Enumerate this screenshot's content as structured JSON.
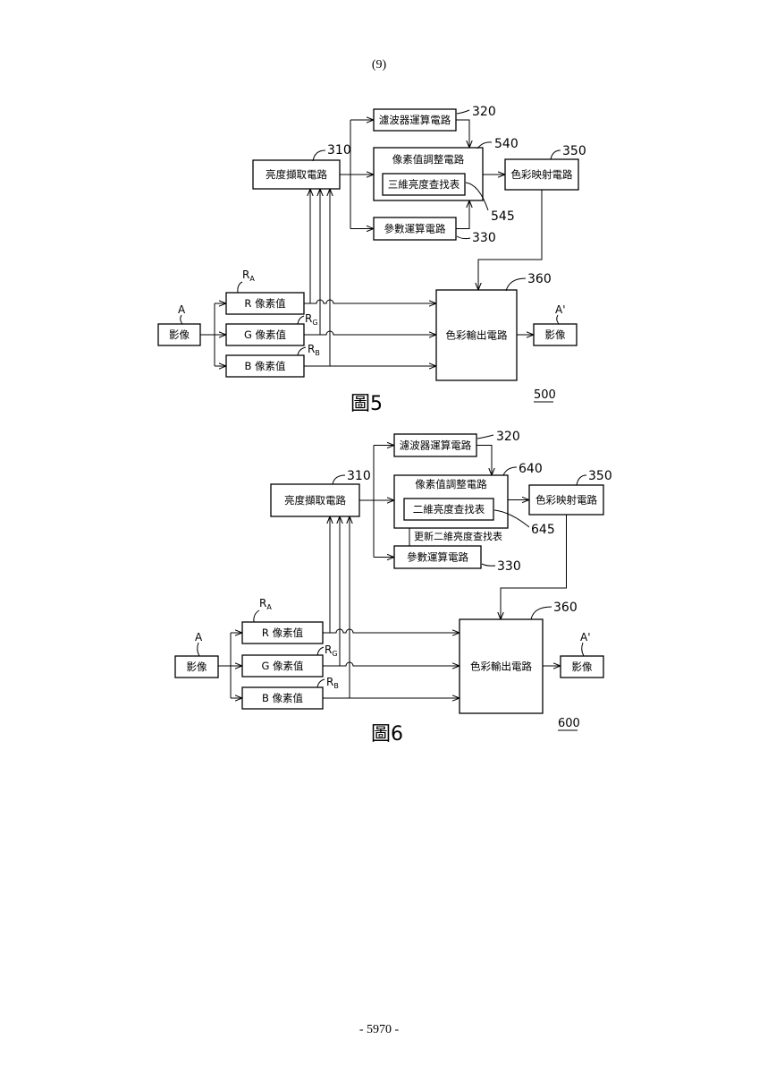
{
  "page": {
    "header": "(9)",
    "footer": "- 5970 -"
  },
  "figures": [
    {
      "title": "圖5",
      "number": "500",
      "nodes": {
        "filter": "濾波器運算電路",
        "adjust": "像素值調整電路",
        "lut": "三維亮度查找表",
        "luminance": "亮度擷取電路",
        "color_map": "色彩映射電路",
        "param": "參數運算電路",
        "r": "R 像素值",
        "g": "G 像素值",
        "b": "B 像素值",
        "input": "影像",
        "output_circuit": "色彩輸出電路",
        "output": "影像"
      },
      "refs": {
        "filter": "320",
        "adjust": "540",
        "lut": "545",
        "luminance": "310",
        "color_map": "350",
        "param": "330",
        "output_circuit": "360"
      },
      "signals": {
        "input": "A",
        "output": "A'",
        "r": {
          "main": "R",
          "sub": "A"
        },
        "g": {
          "main": "R",
          "sub": "G"
        },
        "b": {
          "main": "R",
          "sub": "B"
        }
      }
    },
    {
      "title": "圖6",
      "number": "600",
      "nodes": {
        "filter": "濾波器運算電路",
        "adjust": "像素值調整電路",
        "lut": "二維亮度查找表",
        "luminance": "亮度擷取電路",
        "color_map": "色彩映射電路",
        "param": "參數運算電路",
        "r": "R 像素值",
        "g": "G 像素值",
        "b": "B 像素值",
        "input": "影像",
        "output_circuit": "色彩輸出電路",
        "output": "影像"
      },
      "refs": {
        "filter": "320",
        "adjust": "640",
        "lut": "645",
        "luminance": "310",
        "color_map": "350",
        "param": "330",
        "output_circuit": "360"
      },
      "signals": {
        "input": "A",
        "output": "A'",
        "r": {
          "main": "R",
          "sub": "A"
        },
        "g": {
          "main": "R",
          "sub": "G"
        },
        "b": {
          "main": "R",
          "sub": "B"
        }
      },
      "annotation": "更新二維亮度查找表"
    }
  ]
}
